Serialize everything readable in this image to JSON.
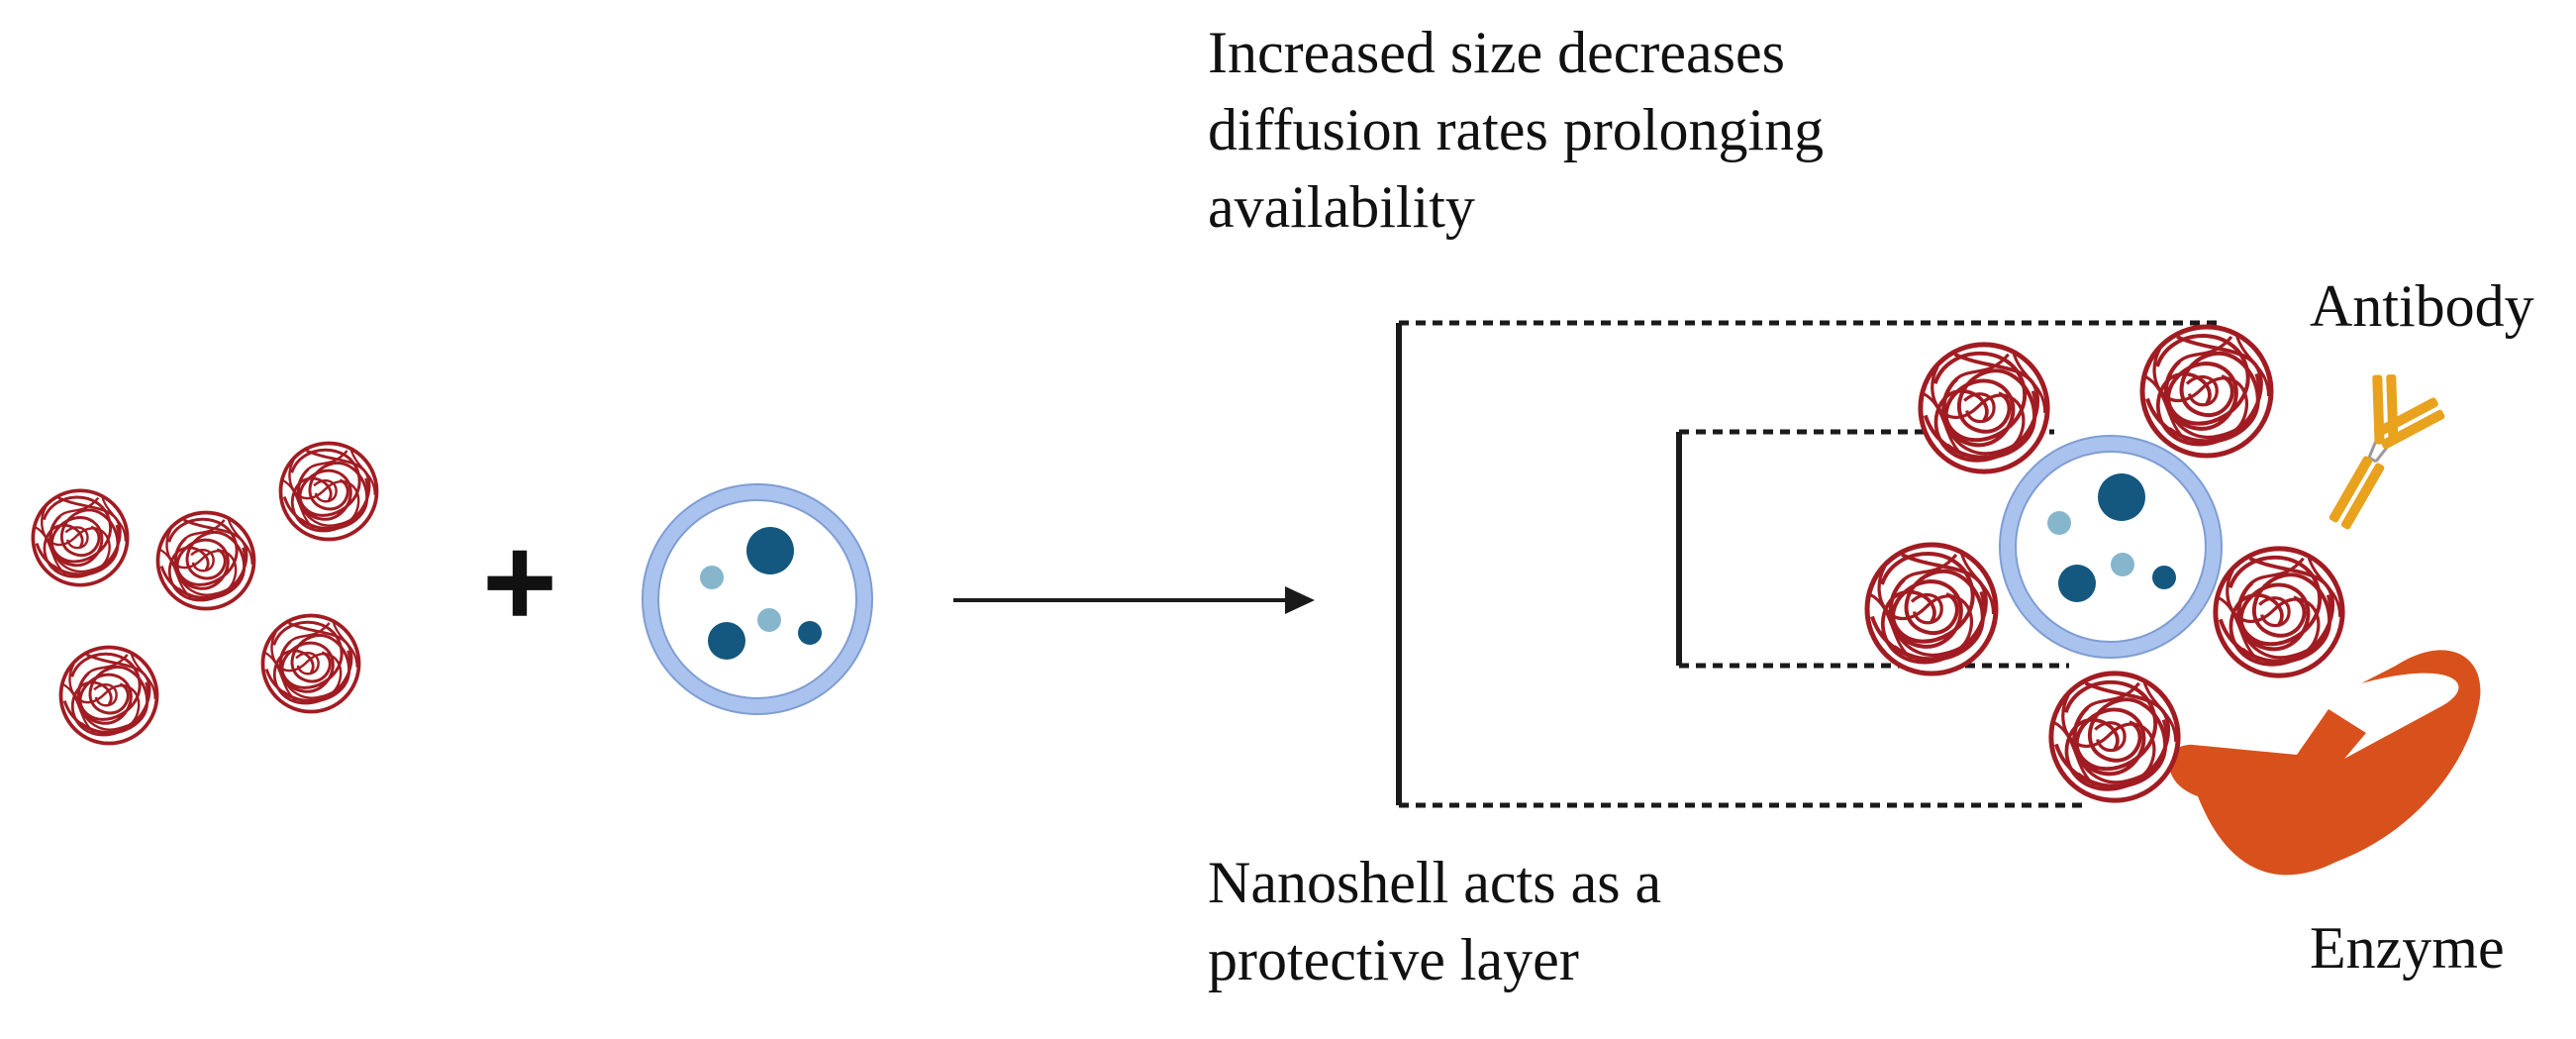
{
  "annotations": {
    "size_effect": [
      "Increased size decreases",
      "diffusion rates prolonging",
      "availability"
    ],
    "nanoshell_role": [
      "Nanoshell acts as a",
      "protective layer"
    ],
    "antibody": "Antibody",
    "enzyme": "Enzyme"
  },
  "operators": {
    "plus": "+"
  },
  "colors": {
    "protein_coil": "#a11c22",
    "shell_ring": "#a9c3ee",
    "shell_ring_edge": "#7f9dd3",
    "core_dark": "#14577f",
    "core_light": "#86b6cc",
    "antibody": "#e8a21d",
    "enzyme": "#d8501b",
    "line": "#1a1a1a"
  },
  "icons": [
    "protein-coil-icon",
    "nanoshell-icon",
    "antibody-icon",
    "enzyme-icon",
    "arrow-right-icon"
  ]
}
